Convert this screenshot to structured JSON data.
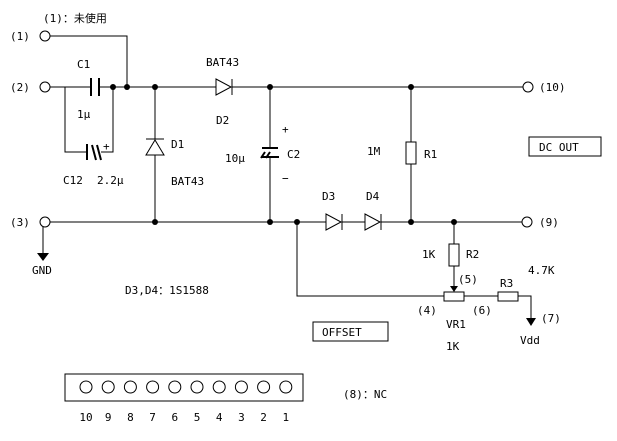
{
  "notes": {
    "pin1_unused": "(1)：未使用",
    "nc": "(8)：NC",
    "diode_types": "D3,D4：1S1588"
  },
  "terminals": {
    "t1": "(1)",
    "t2": "(2)",
    "t3": "(3)",
    "t5": "(5)",
    "t4": "(4)",
    "t6": "(6)",
    "t7": "(7)",
    "t9": "(9)",
    "t10": "(10)"
  },
  "components": {
    "c1": {
      "ref": "C1",
      "value": "1μ"
    },
    "c12": {
      "ref": "C12",
      "value": "2.2μ",
      "plus": "+"
    },
    "d1": {
      "ref": "D1",
      "value": "BAT43"
    },
    "d2": {
      "ref": "D2",
      "value": "BAT43"
    },
    "c2": {
      "ref": "C2",
      "value": "10μ",
      "plus": "+",
      "minus": "−"
    },
    "r1": {
      "ref": "R1",
      "value": "1M"
    },
    "d3": {
      "ref": "D3"
    },
    "d4": {
      "ref": "D4"
    },
    "r2": {
      "ref": "R2",
      "value": "1K"
    },
    "r3": {
      "ref": "R3",
      "value": "4.7K"
    },
    "vr1": {
      "ref": "VR1",
      "value": "1K"
    }
  },
  "labels": {
    "gnd": "GND",
    "vdd": "Vdd",
    "dc_out": "DC OUT",
    "offset": "OFFSET"
  },
  "connector": {
    "pin_numbers": [
      "10",
      "9",
      "8",
      "7",
      "6",
      "5",
      "4",
      "3",
      "2",
      "1"
    ]
  }
}
